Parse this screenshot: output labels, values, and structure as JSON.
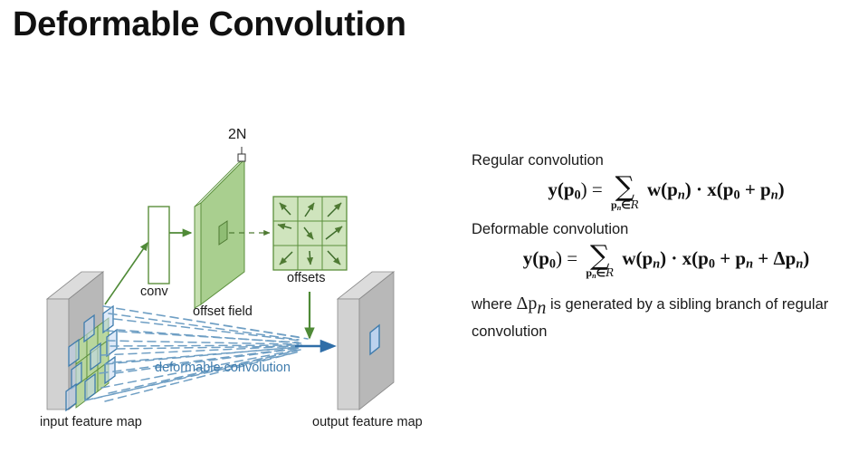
{
  "slide": {
    "title": "Deformable Convolution"
  },
  "diagram": {
    "labels": {
      "two_n": "2N",
      "conv": "conv",
      "offset_field": "offset field",
      "offsets": "offsets",
      "deformable_convolution": "deformable convolution",
      "input_feature_map": "input feature map",
      "output_feature_map": "output feature map"
    },
    "colors": {
      "green_fill": "#a9cf8f",
      "green_edge": "#5b8f3c",
      "green_light": "#c6e0b0",
      "gray_face": "#b8b8b8",
      "gray_edge": "#d6d6d6",
      "gray_stroke": "#8a8a8a",
      "blue_stroke": "#3f7cad",
      "blue_fill": "#bcd2ee",
      "dashed_blue": "#6f9fc4",
      "arrow_green": "#4f8a37"
    },
    "offset_arrows": [
      "up-left",
      "up-right",
      "up-right",
      "left-down",
      "down-right",
      "up-right",
      "down-left",
      "down",
      "down-right"
    ]
  },
  "right_panel": {
    "regular_heading": "Regular convolution",
    "regular_formula": {
      "lhs": "y(p",
      "lhs_sub": "0",
      "lhs_end": ") =",
      "sum_glyph": "∑",
      "sum_subscript_p": "p",
      "sum_subscript_n": "n",
      "sum_subscript_in": "∈",
      "sum_subscript_r": "R",
      "rhs": "w(p",
      "rhs_sub": "n",
      "rhs_mid": ") · x(p",
      "rhs_sub2": "0",
      "rhs_plus": " + p",
      "rhs_sub3": "n",
      "rhs_end": ")"
    },
    "deformable_heading": "Deformable convolution",
    "deformable_formula": {
      "extra_plus": " + Δp",
      "extra_sub": "n"
    },
    "where_text_before": "where ",
    "where_delta": "Δp",
    "where_delta_sub": "n",
    "where_text_after": " is generated by a sibling branch of regular convolution"
  }
}
